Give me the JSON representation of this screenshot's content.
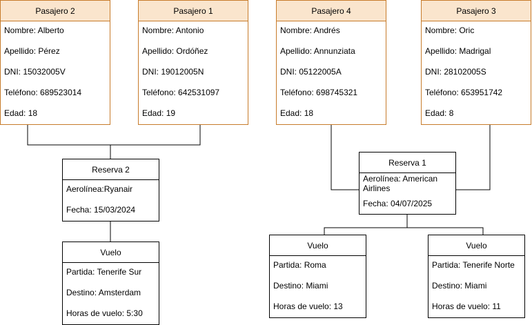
{
  "pasajeros": {
    "p2": {
      "title": "Pasajero 2",
      "nombre": "Nombre: Alberto",
      "apellido": "Apellido: Pérez",
      "dni": "DNI: 15032005V",
      "telefono": "Teléfono: 689523014",
      "edad": "Edad: 18"
    },
    "p1": {
      "title": "Pasajero 1",
      "nombre": "Nombre: Antonio",
      "apellido": "Apellido: Ordóñez",
      "dni": "DNI: 19012005N",
      "telefono": "Teléfono: 642531097",
      "edad": "Edad: 19"
    },
    "p4": {
      "title": "Pasajero 4",
      "nombre": "Nombre: Andrés",
      "apellido": "Apellido: Annunziata",
      "dni": "DNI: 05122005A",
      "telefono": "Teléfono: 698745321",
      "edad": "Edad: 18"
    },
    "p3": {
      "title": "Pasajero 3",
      "nombre": "Nombre: Oric",
      "apellido": "Apellido: Madrigal",
      "dni": "DNI: 28102005S",
      "telefono": "Teléfono: 653951742",
      "edad": "Edad: 8"
    }
  },
  "reservas": {
    "r2": {
      "title": "Reserva 2",
      "aerolinea": "Aerolínea:Ryanair",
      "fecha": "Fecha: 15/03/2024"
    },
    "r1": {
      "title": "Reserva 1",
      "aerolinea": "Aerolínea: American Airlines",
      "fecha": "Fecha: 04/07/2025"
    }
  },
  "vuelos": {
    "v1": {
      "title": "Vuelo",
      "partida": "Partida: Tenerife Sur",
      "destino": "Destino: Amsterdam",
      "horas": "Horas de vuelo: 5:30"
    },
    "v2": {
      "title": "Vuelo",
      "partida": "Partida: Roma",
      "destino": "Destino: Miami",
      "horas": "Horas de vuelo: 13"
    },
    "v3": {
      "title": "Vuelo",
      "partida": "Partida: Tenerife Norte",
      "destino": "Destino: Miami",
      "horas": "Horas de vuelo: 11"
    }
  },
  "colors": {
    "passenger_fill": "#fae5cd",
    "passenger_border": "#c77b2a",
    "line": "#000000"
  }
}
